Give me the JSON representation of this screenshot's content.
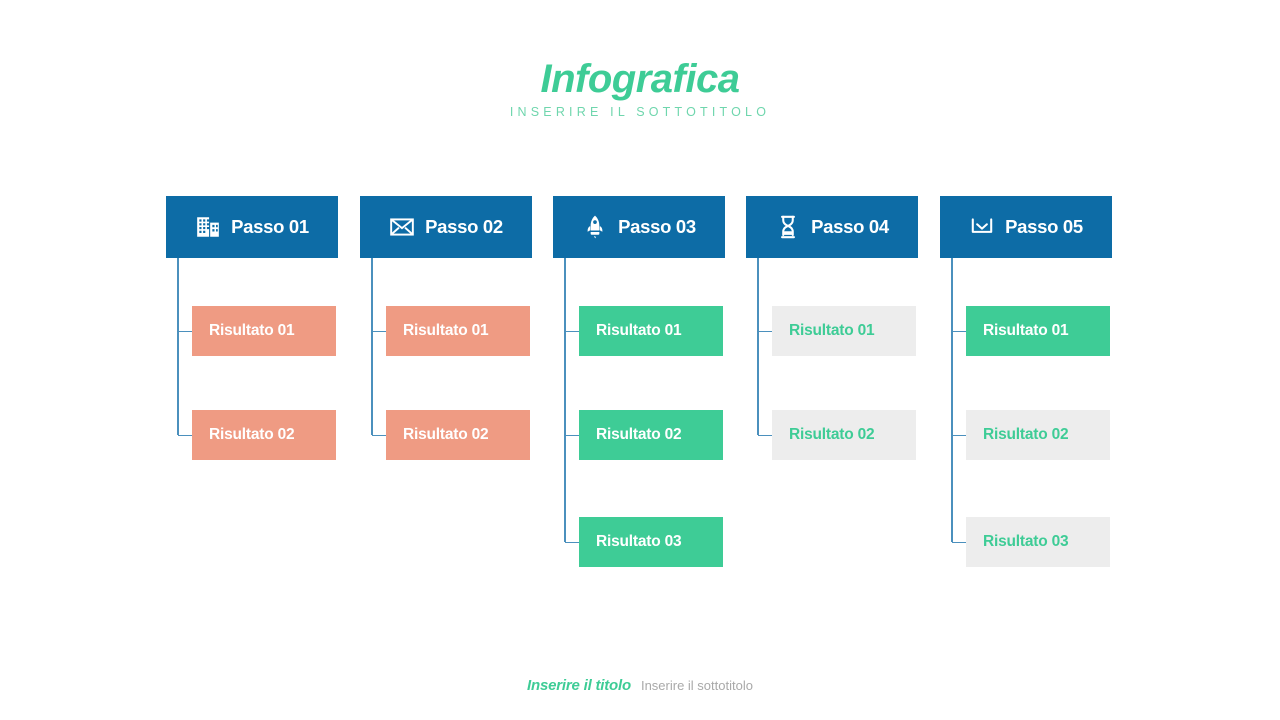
{
  "header": {
    "title": "Infografica",
    "subtitle": "INSERIRE IL SOTTOTITOLO"
  },
  "colors": {
    "accent_green": "#3ecc96",
    "header_blue": "#0d6ca6",
    "salmon": "#ef9b83",
    "gray": "#ededed",
    "connector_blue": "#4b90bd",
    "background": "#ffffff"
  },
  "columns": [
    {
      "id": "passo-01",
      "label": "Passo 01",
      "icon": "building-icon",
      "results": [
        {
          "label": "Risultato 01",
          "style": "salmon"
        },
        {
          "label": "Risultato 02",
          "style": "salmon"
        }
      ]
    },
    {
      "id": "passo-02",
      "label": "Passo 02",
      "icon": "envelope-icon",
      "results": [
        {
          "label": "Risultato 01",
          "style": "salmon"
        },
        {
          "label": "Risultato 02",
          "style": "salmon"
        }
      ]
    },
    {
      "id": "passo-03",
      "label": "Passo 03",
      "icon": "rocket-icon",
      "results": [
        {
          "label": "Risultato 01",
          "style": "green"
        },
        {
          "label": "Risultato 02",
          "style": "green"
        },
        {
          "label": "Risultato 03",
          "style": "green"
        }
      ]
    },
    {
      "id": "passo-04",
      "label": "Passo 04",
      "icon": "hourglass-icon",
      "results": [
        {
          "label": "Risultato 01",
          "style": "gray"
        },
        {
          "label": "Risultato 02",
          "style": "gray"
        }
      ]
    },
    {
      "id": "passo-05",
      "label": "Passo 05",
      "icon": "inbox-tray-icon",
      "results": [
        {
          "label": "Risultato 01",
          "style": "green"
        },
        {
          "label": "Risultato 02",
          "style": "gray"
        },
        {
          "label": "Risultato 03",
          "style": "gray"
        }
      ]
    }
  ],
  "footer": {
    "title": "Inserire il titolo",
    "subtitle": "Inserire il sottotitolo"
  },
  "layout": {
    "column_left_positions": [
      0,
      194,
      387,
      580,
      774
    ],
    "result_top_offsets": [
      48,
      152,
      259
    ]
  }
}
